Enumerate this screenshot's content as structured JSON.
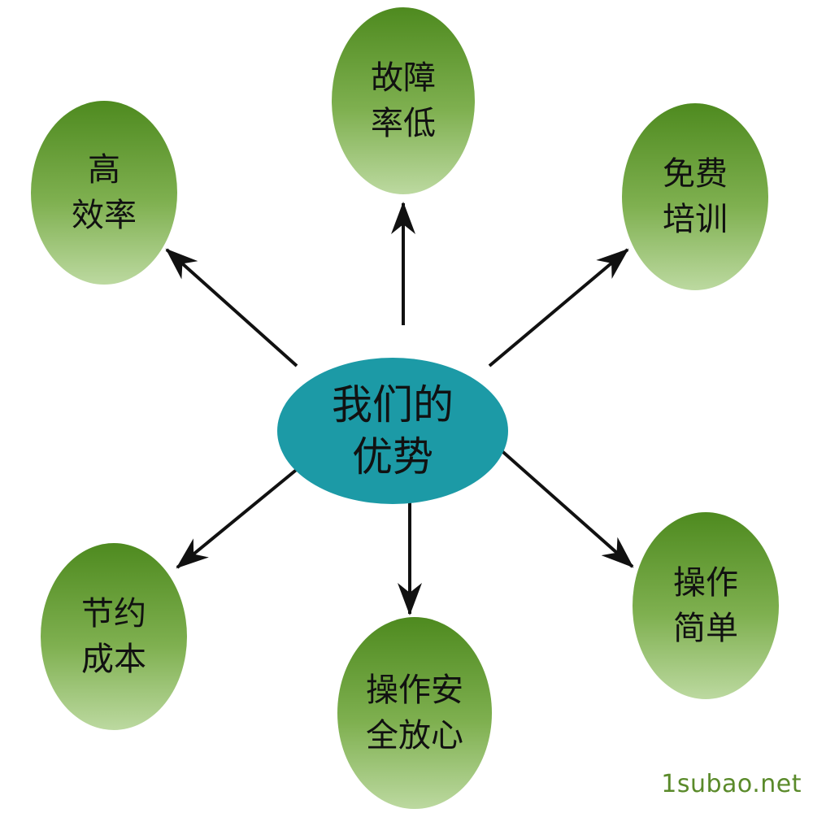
{
  "diagram": {
    "center": {
      "lines": [
        "我们的",
        "优势"
      ],
      "color": "#1c9aa6"
    },
    "nodes": [
      {
        "id": "top",
        "lines": [
          "故障",
          "率低"
        ]
      },
      {
        "id": "top-left",
        "lines": [
          "高",
          "效率"
        ]
      },
      {
        "id": "top-right",
        "lines": [
          "免费",
          "培训"
        ]
      },
      {
        "id": "bottom-left",
        "lines": [
          "节约",
          "成本"
        ]
      },
      {
        "id": "bottom",
        "lines": [
          "操作安",
          "全放心"
        ]
      },
      {
        "id": "bottom-right",
        "lines": [
          "操作",
          "简单"
        ]
      }
    ],
    "node_gradient": {
      "top": "#4e8a1f",
      "bottom": "#b7d69a"
    },
    "arrow_color": "#111111"
  },
  "watermark": {
    "text": "1subao.net",
    "color": "#5a8a2a"
  }
}
